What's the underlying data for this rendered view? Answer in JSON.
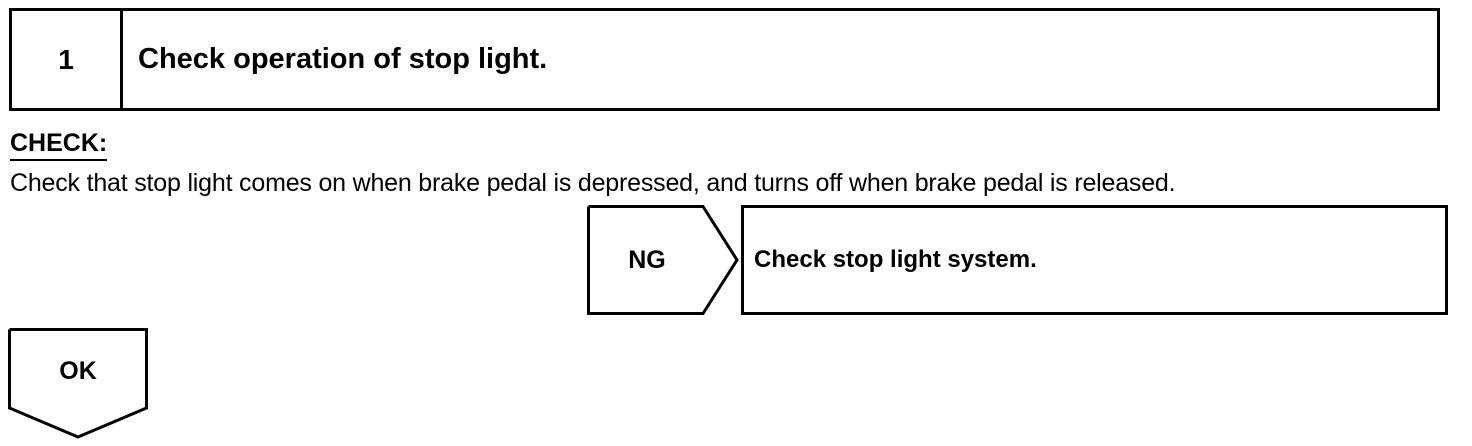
{
  "step": {
    "number": "1",
    "title": "Check operation of stop light."
  },
  "check": {
    "heading": "CHECK:",
    "text": "Check that stop light comes on when brake pedal is depressed, and turns off when brake pedal is released."
  },
  "ng_branch": {
    "label": "NG",
    "action": "Check stop light system."
  },
  "ok_branch": {
    "label": "OK"
  }
}
